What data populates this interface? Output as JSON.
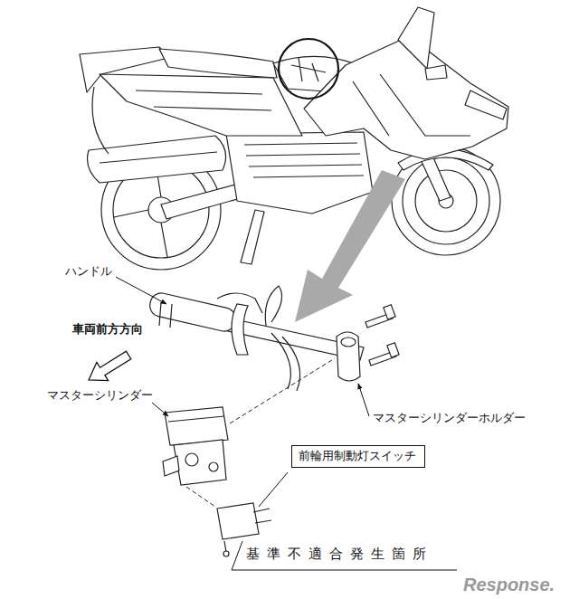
{
  "diagram": {
    "nodes": [
      {
        "text": [
          "前輪用制動灯スイッチ"
        ]
      }
    ],
    "labels": [
      "ハンドル",
      "車両前方方向",
      "マスターシリンダー",
      "マスターシリンダーホルダー",
      "基準不適合発生箇所",
      "Response."
    ]
  }
}
